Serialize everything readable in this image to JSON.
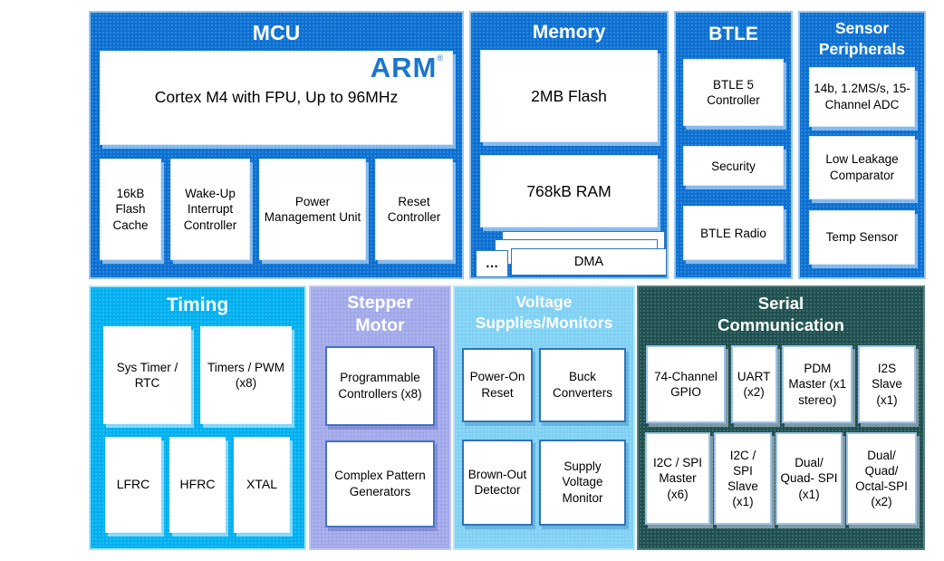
{
  "diagram": {
    "mcu": {
      "title": "MCU",
      "arm_logo": "ARM",
      "arm_reg": "®",
      "cpu": "Cortex M4 with FPU, Up to 96MHz",
      "sub_blocks": [
        "16kB Flash Cache",
        "Wake-Up Interrupt Controller",
        "Power Management Unit",
        "Reset Controller"
      ]
    },
    "memory": {
      "title": "Memory",
      "flash": "2MB Flash",
      "ram": "768kB RAM",
      "dma_ellipsis": "…",
      "dma": "DMA"
    },
    "btle": {
      "title": "BTLE",
      "items": [
        "BTLE 5 Controller",
        "Security",
        "BTLE Radio"
      ]
    },
    "sensor_peripherals": {
      "title": "Sensor Peripherals",
      "items": [
        "14b, 1.2MS/s, 15-Channel ADC",
        "Low Leakage Comparator",
        "Temp Sensor"
      ]
    },
    "timing": {
      "title": "Timing",
      "row1": [
        "Sys Timer / RTC",
        "Timers / PWM (x8)"
      ],
      "row2": [
        "LFRC",
        "HFRC",
        "XTAL"
      ]
    },
    "stepper_motor": {
      "title": "Stepper Motor",
      "items": [
        "Programmable Controllers (x8)",
        "Complex Pattern Generators"
      ]
    },
    "voltage_supplies": {
      "title": "Voltage Supplies/Monitors",
      "items": [
        "Power-On Reset",
        "Buck Converters",
        "Brown-Out Detector",
        "Supply Voltage Monitor"
      ]
    },
    "serial_communication": {
      "title": "Serial Communication",
      "row1": [
        "74-Channel GPIO",
        "UART (x2)",
        "PDM Master (x1 stereo)",
        "I2S Slave (x1)"
      ],
      "row2": [
        "I2C / SPI Master (x6)",
        "I2C / SPI Slave (x1)",
        "Dual/ Quad- SPI (x1)",
        "Dual/ Quad/ Octal-SPI (x2)"
      ]
    }
  },
  "colors": {
    "block_blue": "#0b70d1",
    "block_cyan": "#00b0f0",
    "block_lavender": "#a2a9ea",
    "block_light_blue": "#7fd1f4",
    "block_dark_teal": "#1e504f",
    "arm_logo_blue": "#1b76cb",
    "inner_box": "#ffffff"
  }
}
